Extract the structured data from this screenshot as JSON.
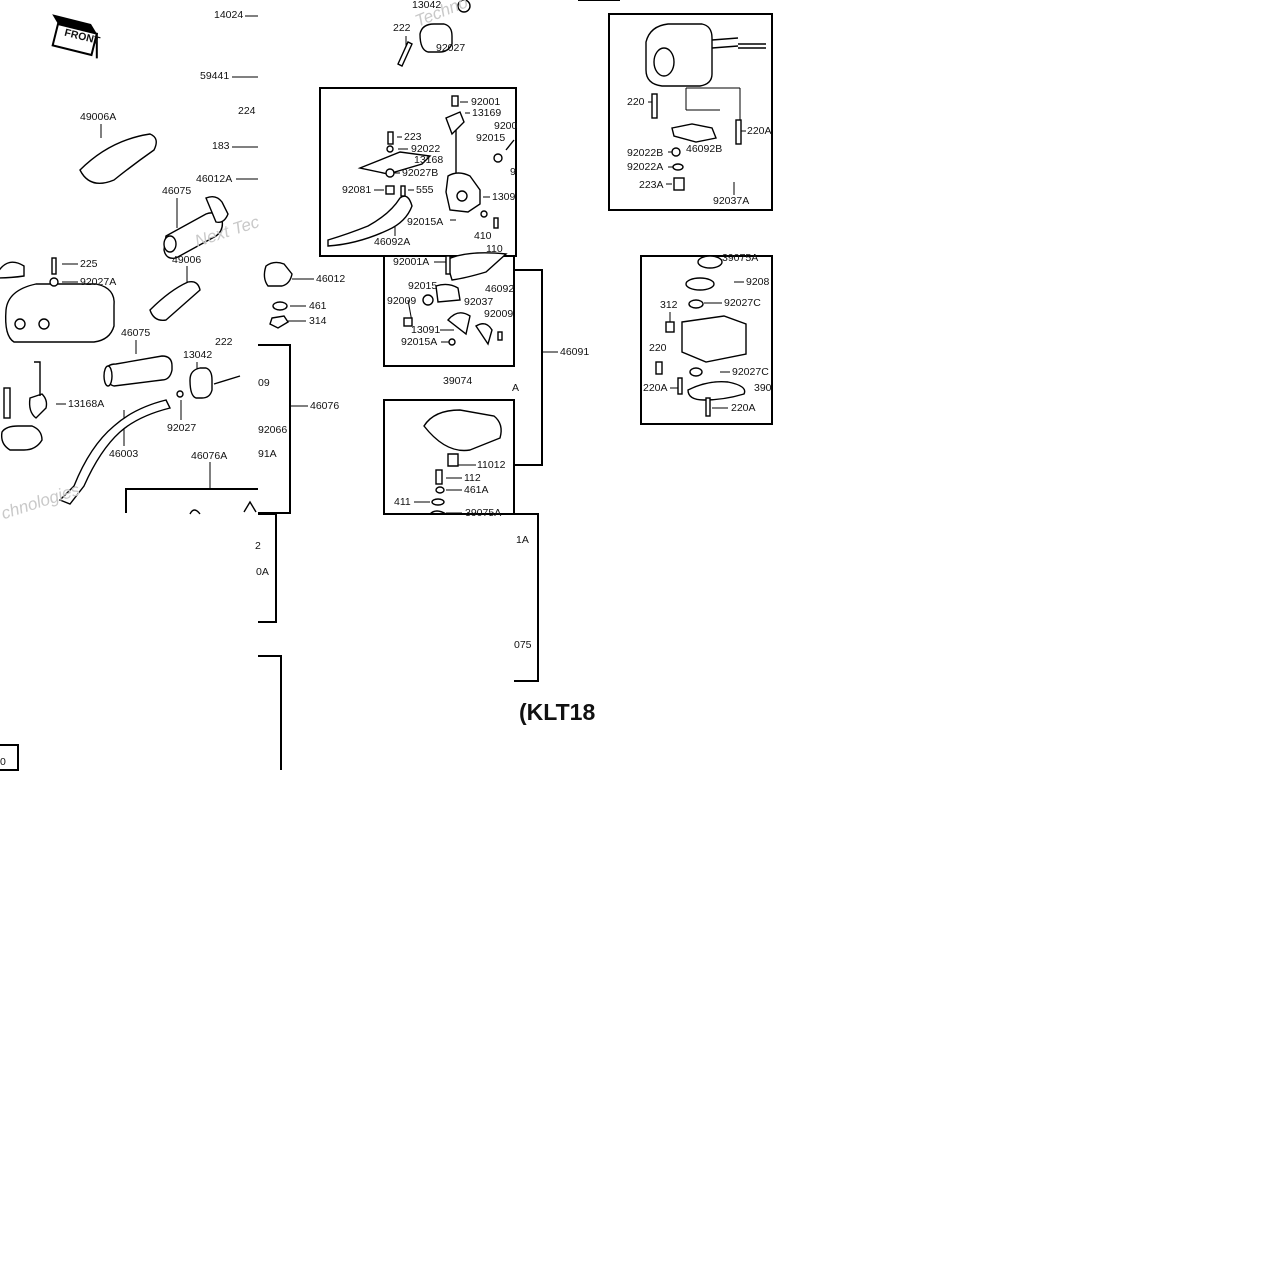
{
  "diagram": {
    "front_sign": "FRONT",
    "model_code": "(KLT18",
    "watermark_1": "Techno",
    "watermark_2": "Next Tec",
    "watermark_3": "chnologies",
    "labels": {
      "p14024": "14024",
      "p59441": "59441",
      "p224": "224",
      "p183": "183",
      "p46012A": "46012A",
      "p49006A": "49006A",
      "p46075_upper": "46075",
      "p13042_top": "13042",
      "p222_top": "222",
      "p92027_top": "92027",
      "p92001_a": "92001",
      "p13169": "13169",
      "p9200_cut": "9200",
      "p92015_a": "92015",
      "p223": "223",
      "p92022_a": "92022",
      "p13168": "13168",
      "p92027B": "92027B",
      "p92081": "92081",
      "p555": "555",
      "p1309_cut": "1309",
      "p9_cut": "9",
      "p92015A_a": "92015A",
      "p410": "410",
      "p110": "110",
      "p46092A": "46092A",
      "p220_a": "220",
      "p220A_a": "220A",
      "p92022B": "92022B",
      "p46092B": "46092B",
      "p92022A": "92022A",
      "p223A": "223A",
      "p92037A": "92037A",
      "p225": "225",
      "p92027A": "92027A",
      "p49006": "49006",
      "p46012": "46012",
      "p461": "461",
      "p314": "314",
      "p92001A": "92001A",
      "p92015_b": "92015",
      "p46092_cut": "46092",
      "p92009_a": "92009",
      "p92037": "92037",
      "p92009_b": "92009",
      "p13091": "13091",
      "p92015A_b": "92015A",
      "p46091": "46091",
      "p39075A_top": "39075A",
      "p9208_cut": "9208",
      "p92027C_a": "92027C",
      "p312": "312",
      "p220_b": "220",
      "p92027C_b": "92027C",
      "p220A_b": "220A",
      "p390_cut": "390",
      "p220A_c": "220A",
      "p46075_lower": "46075",
      "p13042_mid": "13042",
      "p222_mid": "222",
      "p09_cut": "09",
      "p46076": "46076",
      "p92066": "92066",
      "p91A_cut": "91A",
      "p13168A": "13168A",
      "p92027_mid": "92027",
      "p46003": "46003",
      "p46076A": "46076A",
      "p39074": "39074",
      "pA_cut": "A",
      "p11012": "11012",
      "p112": "112",
      "p461A": "461A",
      "p411": "411",
      "p39075A_low": "39075A",
      "p2_cut": "2",
      "p0A_cut": "0A",
      "p1A_cut": "1A",
      "p075_cut": "075",
      "p0_cut": "0"
    }
  }
}
